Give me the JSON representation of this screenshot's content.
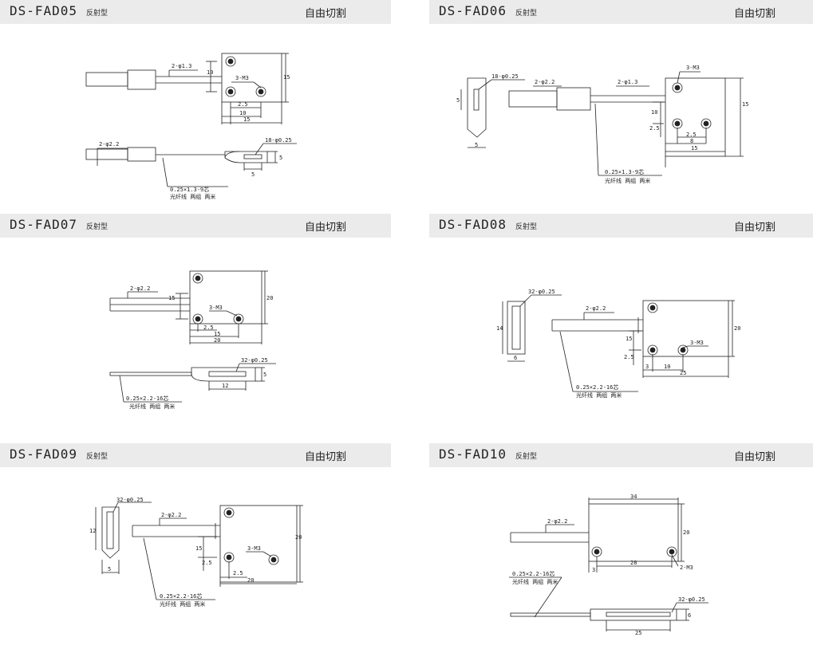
{
  "panels": {
    "fad05": {
      "model": "DS-FAD05",
      "type": "反射型",
      "cut": "自由切割",
      "labels": {
        "hole": "2-φ1.3",
        "thread": "3-M3",
        "d25": "2.5",
        "d10": "10",
        "d15": "15",
        "h10": "10",
        "h15": "15",
        "sheath": "2-φ2.2",
        "fiber": "18-φ0.25",
        "hf": "5",
        "wf": "5",
        "spec": "0.25×1.3-9芯",
        "desc": "光纤线 两组 两米"
      }
    },
    "fad06": {
      "model": "DS-FAD06",
      "type": "反射型",
      "cut": "自由切割",
      "labels": {
        "fiber": "18-φ0.25",
        "sheath": "2-φ2.2",
        "hole": "2-φ1.3",
        "thread": "3-M3",
        "hf": "5",
        "wf": "5",
        "h15": "15",
        "h10": "10",
        "d25a": "2.5",
        "d25b": "2.5",
        "d8": "8",
        "d15": "15",
        "spec": "0.25×1.3-9芯",
        "desc": "光纤线 两组 两米"
      }
    },
    "fad07": {
      "model": "DS-FAD07",
      "type": "反射型",
      "cut": "自由切割",
      "labels": {
        "sheath": "2-φ2.2",
        "h15": "15",
        "thread": "3-M3",
        "h20": "20",
        "d25": "2.5",
        "d15": "15",
        "d20": "20",
        "fiber": "32-φ0.25",
        "hf": "5",
        "wf": "12",
        "spec": "0.25×2.2-16芯",
        "desc": "光纤线 两组 两米"
      }
    },
    "fad08": {
      "model": "DS-FAD08",
      "type": "反射型",
      "cut": "自由切割",
      "labels": {
        "fiber": "32-φ0.25",
        "sheath": "2-φ2.2",
        "h14": "14",
        "w6": "6",
        "h15": "15",
        "d25": "2.5",
        "thread": "3-M3",
        "h20": "20",
        "d3": "3",
        "d10": "10",
        "d25w": "25",
        "spec": "0.25×2.2-16芯",
        "desc": "光纤线 两组 两米"
      }
    },
    "fad09": {
      "model": "DS-FAD09",
      "type": "反射型",
      "cut": "自由切割",
      "labels": {
        "fiber": "32-φ0.25",
        "sheath": "2-φ2.2",
        "h12": "12",
        "w5": "5",
        "h15": "15",
        "d25": "2.5",
        "d25b": "2.5",
        "thread": "3-M3",
        "h20": "20",
        "d20": "20",
        "spec": "0.25×2.2-16芯",
        "desc": "光纤线 两组 两米"
      }
    },
    "fad10": {
      "model": "DS-FAD10",
      "type": "反射型",
      "cut": "自由切割",
      "labels": {
        "d34": "34",
        "sheath": "2-φ2.2",
        "h20": "20",
        "d3": "3",
        "d28": "28",
        "thread": "2-M3",
        "spec": "0.25×2.2-16芯",
        "desc": "光纤线 两组 两米",
        "fiber": "32-φ0.25",
        "hf": "6",
        "wf": "25"
      }
    }
  },
  "colors": {
    "header_bg": "#ebebeb",
    "line": "#222222"
  }
}
